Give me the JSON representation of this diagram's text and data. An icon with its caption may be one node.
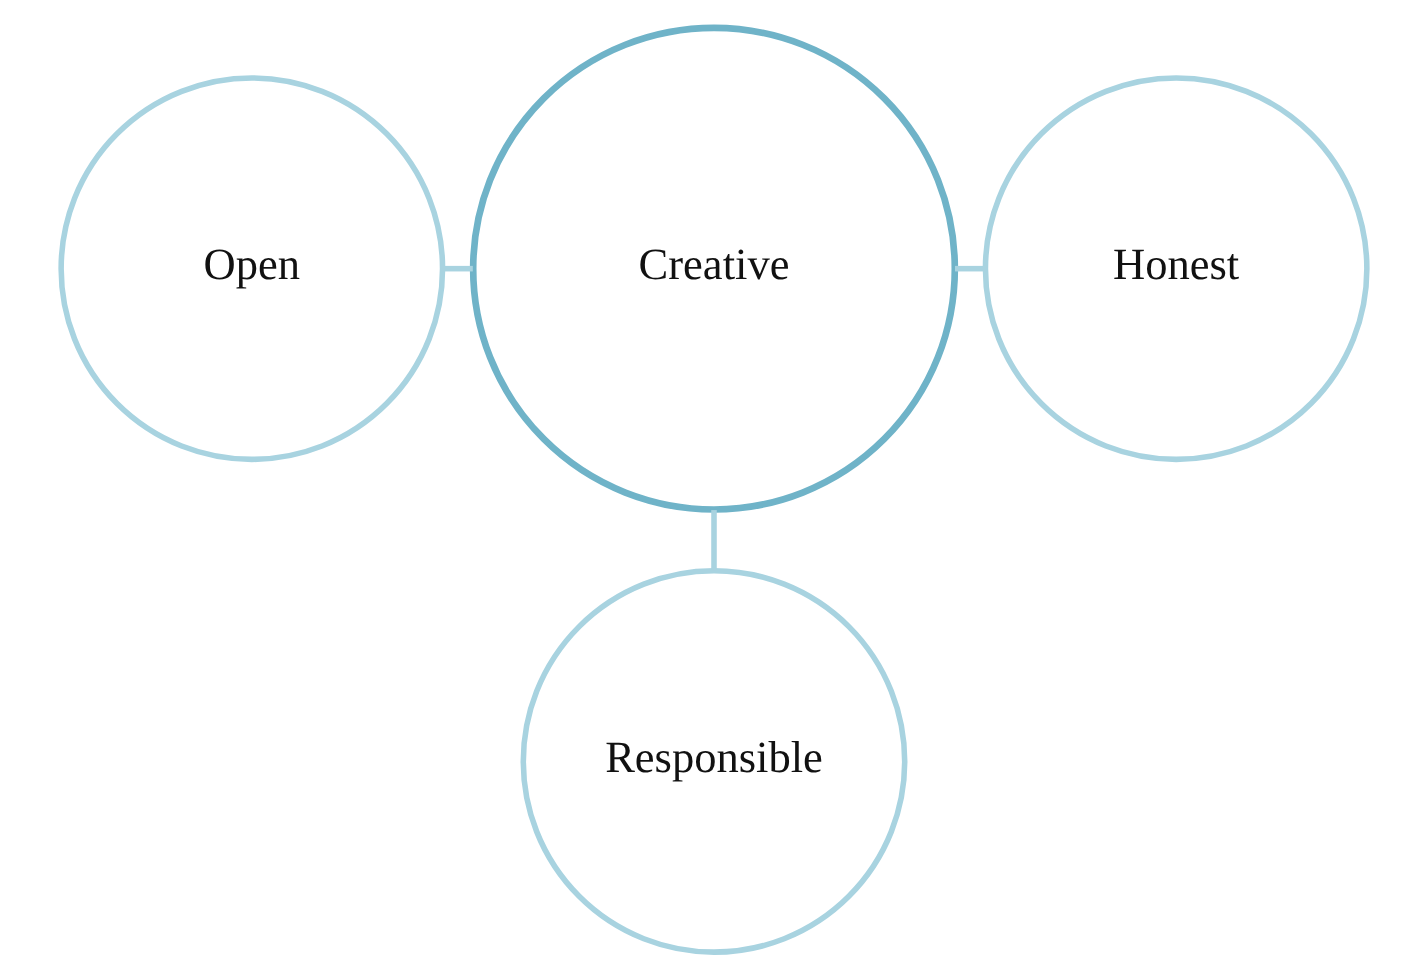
{
  "diagram": {
    "nodes": [
      {
        "text": [
          "Open"
        ]
      },
      {
        "text": [
          "Creative"
        ]
      },
      {
        "text": [
          "Honest"
        ]
      },
      {
        "text": [
          "Responsible"
        ]
      }
    ],
    "edges": [
      {
        "from": 0,
        "to": 1,
        "arrow": "none"
      },
      {
        "from": 1,
        "to": 2,
        "arrow": "none"
      },
      {
        "from": 1,
        "to": 3,
        "arrow": "none"
      }
    ]
  }
}
